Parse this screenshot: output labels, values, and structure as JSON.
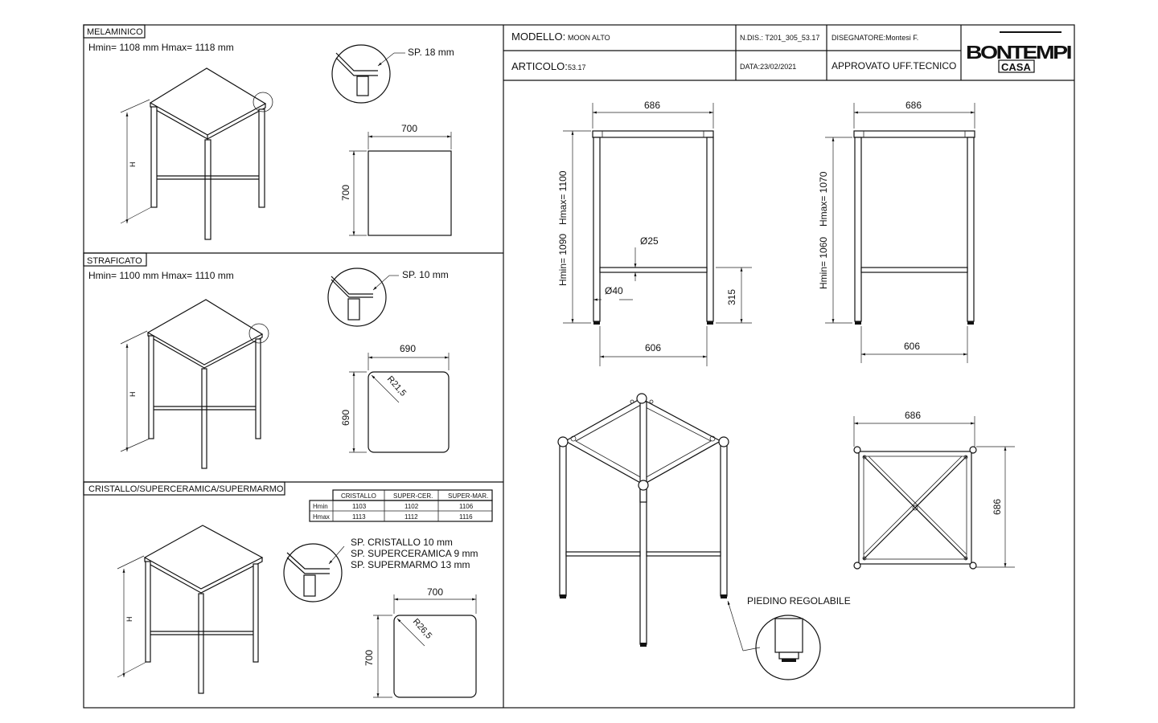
{
  "left": {
    "melaminico": {
      "title": "MELAMINICO",
      "heights": "Hmin= 1108 mm   Hmax= 1118 mm",
      "h_label": "H",
      "sp": "SP. 18 mm",
      "top_w": "700",
      "top_d": "700"
    },
    "stratificato": {
      "title": "STRAFICATO",
      "heights": "Hmin= 1100 mm   Hmax= 1110 mm",
      "h_label": "H",
      "sp": "SP. 10 mm",
      "top_w": "690",
      "top_d": "690",
      "radius": "R21,5"
    },
    "cristallo": {
      "title": "CRISTALLO/SUPERCERAMICA/SUPERMARMO",
      "h_label": "H",
      "sp1": "SP. CRISTALLO 10 mm",
      "sp2": "SP. SUPERCERAMICA 9 mm",
      "sp3": "SP. SUPERMARMO 13 mm",
      "top_w": "700",
      "top_d": "700",
      "radius": "R26,5",
      "table": {
        "headers": [
          "CRISTALLO",
          "SUPER-CER.",
          "SUPER-MAR."
        ],
        "rows": [
          {
            "label": "Hmin",
            "values": [
              "1103",
              "1102",
              "1106"
            ]
          },
          {
            "label": "Hmax",
            "values": [
              "1113",
              "1112",
              "1116"
            ]
          }
        ]
      }
    }
  },
  "titleblock": {
    "modello_label": "MODELLO:",
    "modello_value": "MOON ALTO",
    "ndis": "N.DIS.: T201_305_53.17",
    "disegnatore": "DISEGNATORE:Montesi F.",
    "articolo_label": "ARTICOLO:",
    "articolo_value": "53.17",
    "data": "DATA:23/02/2021",
    "approvato": "APPROVATO UFF.TECNICO",
    "logo_main": "BONTEMPI",
    "logo_sub": "CASA"
  },
  "views": {
    "front": {
      "width": "686",
      "base": "606",
      "hmin": "Hmin= 1090",
      "hmax": "Hmax= 1100",
      "tube": "Ø25",
      "leg": "Ø40",
      "rail_h": "315"
    },
    "side": {
      "width": "686",
      "base": "606",
      "hmin": "Hmin= 1060",
      "hmax": "Hmax= 1070"
    },
    "plan": {
      "width": "686",
      "depth": "686"
    },
    "foot_label": "PIEDINO REGOLABILE"
  }
}
